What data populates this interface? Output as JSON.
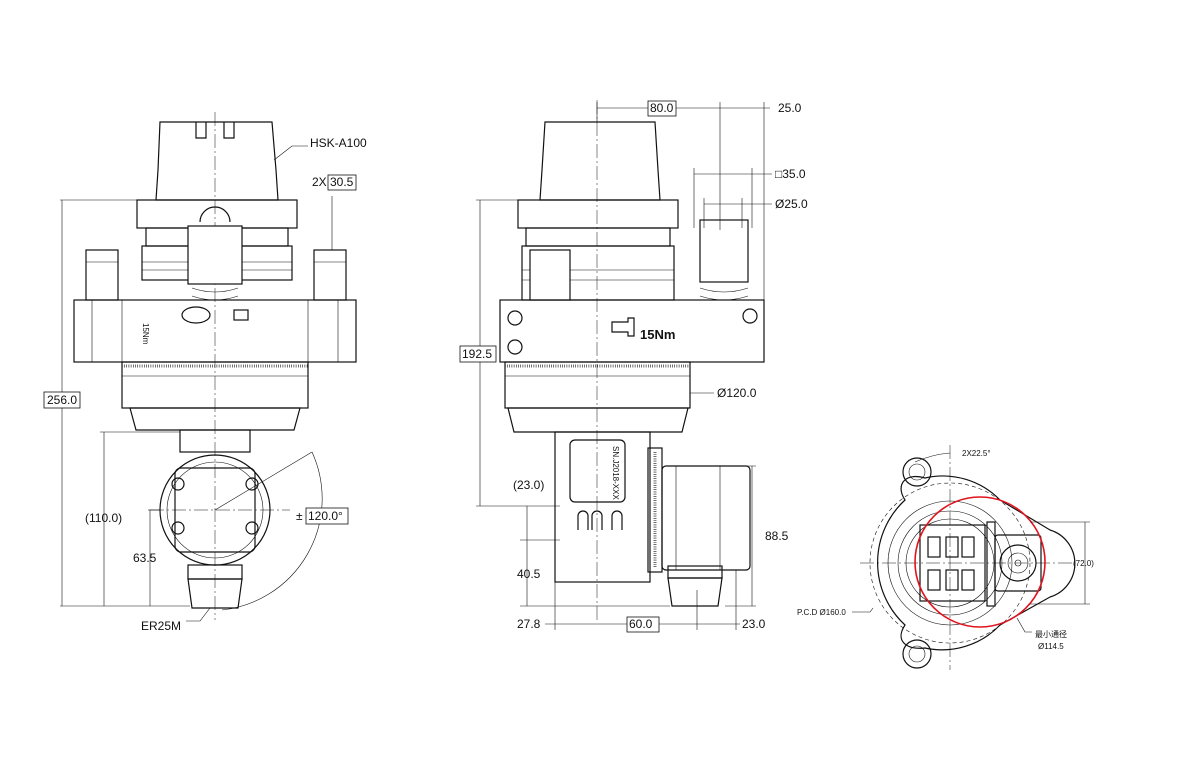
{
  "title": "Angle head technical drawing",
  "front_view": {
    "holder_label": "HSK-A100",
    "count_prefix": "2X",
    "dim_30_5": "30.5",
    "dim_256": "256.0",
    "dim_110": "(110.0)",
    "dim_63_5": "63.5",
    "angle_prefix": "±",
    "angle": "120.0°",
    "collet_label": "ER25M",
    "torque_label": "15Nm"
  },
  "side_view": {
    "dim_80": "80.0",
    "dim_25": "25.0",
    "dim_sq35": "□35.0",
    "dim_dia25": "Ø25.0",
    "dim_192_5": "192.5",
    "torque_label": "15Nm",
    "dim_dia120": "Ø120.0",
    "dim_23_paren": "(23.0)",
    "dim_88_5": "88.5",
    "dim_40_5": "40.5",
    "dim_27_8": "27.8",
    "dim_60": "60.0",
    "dim_23": "23.0",
    "nameplate_serial": "SN.J2018-XXX"
  },
  "bottom_view": {
    "angle_label": "2X22.5°",
    "dim_72": "(72.0)",
    "pcd_label": "P.C.D Ø160.0",
    "min_bore_label": "最小通径",
    "min_bore_dia": "Ø114.5"
  },
  "colors": {
    "line": "#111111",
    "highlight": "#e0141e"
  }
}
